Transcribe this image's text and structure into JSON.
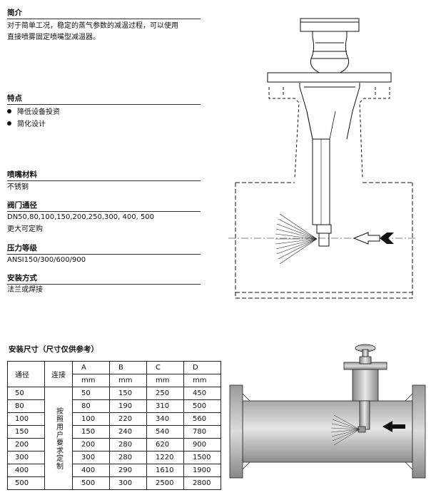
{
  "intro": {
    "title": "简介",
    "lines": [
      "对于简单工况，稳定的蒸气参数的减温过程，可以使用",
      "直接喷雾固定喷嘴型减温器。"
    ]
  },
  "features": {
    "title": "特点",
    "items": [
      "降低设备投资",
      "简化设计"
    ]
  },
  "material": {
    "title": "喷嘴材料",
    "value": "不锈钢"
  },
  "valve_size": {
    "title": "阀门通径",
    "lines": [
      "DN50,80,100,150,200,250,300, 400, 500",
      "更大可定购"
    ]
  },
  "pressure": {
    "title": "压力等级",
    "value": "ANSI150/300/600/900"
  },
  "install": {
    "title": "安装方式",
    "value": "法兰或焊接"
  },
  "dimensions": {
    "title": "安装尺寸（尺寸仅供参考）",
    "header_col0": "通径",
    "header_col1": "连接",
    "header_letters": [
      "A",
      "B",
      "C",
      "D"
    ],
    "unit": "mm",
    "connection_note": "按照用户要求定制",
    "rows": [
      [
        "50",
        "50",
        "150",
        "250",
        "450"
      ],
      [
        "80",
        "80",
        "190",
        "310",
        "500"
      ],
      [
        "100",
        "100",
        "220",
        "340",
        "560"
      ],
      [
        "150",
        "150",
        "240",
        "540",
        "780"
      ],
      [
        "200",
        "200",
        "280",
        "620",
        "900"
      ],
      [
        "300",
        "300",
        "280",
        "1220",
        "1500"
      ],
      [
        "400",
        "400",
        "290",
        "1610",
        "1900"
      ],
      [
        "500",
        "500",
        "300",
        "2500",
        "2800"
      ]
    ]
  }
}
